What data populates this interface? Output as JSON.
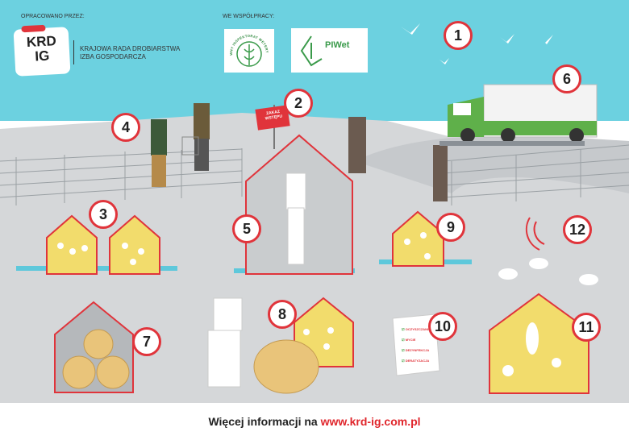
{
  "header": {
    "prepared_by_label": "OPRACOWANO PRZEZ:",
    "cooperation_label": "WE WSPÓŁPRACY:",
    "logo_text_top": "KRD",
    "logo_text_bottom": "IG",
    "org_name_line1": "KRAJOWA RADA DROBIARSTWA",
    "org_name_line2": "IZBA GOSPODARCZA",
    "partner1_seal_text": "GŁÓWNY INSPEKTORAT WETERYNARII",
    "partner2_name": "PIWet"
  },
  "scene": {
    "sign_text_line1": "ZAKAZ",
    "sign_text_line2": "WSTĘPU",
    "checklist_items": [
      "OCZYSZCZANIE",
      "MYCIE",
      "DEZYNFEKCJA",
      "DERATYZACJA"
    ],
    "markers": [
      "1",
      "2",
      "3",
      "4",
      "5",
      "6",
      "7",
      "8",
      "9",
      "10",
      "11",
      "12"
    ]
  },
  "colors": {
    "sky": "#6cd1e0",
    "ground": "#d5d7d9",
    "accent": "#e0343b",
    "house_fill": "#f2dc6c",
    "truck": "#5fb04a"
  },
  "footer": {
    "text": "Więcej informacji na ",
    "link": "www.krd-ig.com.pl"
  }
}
